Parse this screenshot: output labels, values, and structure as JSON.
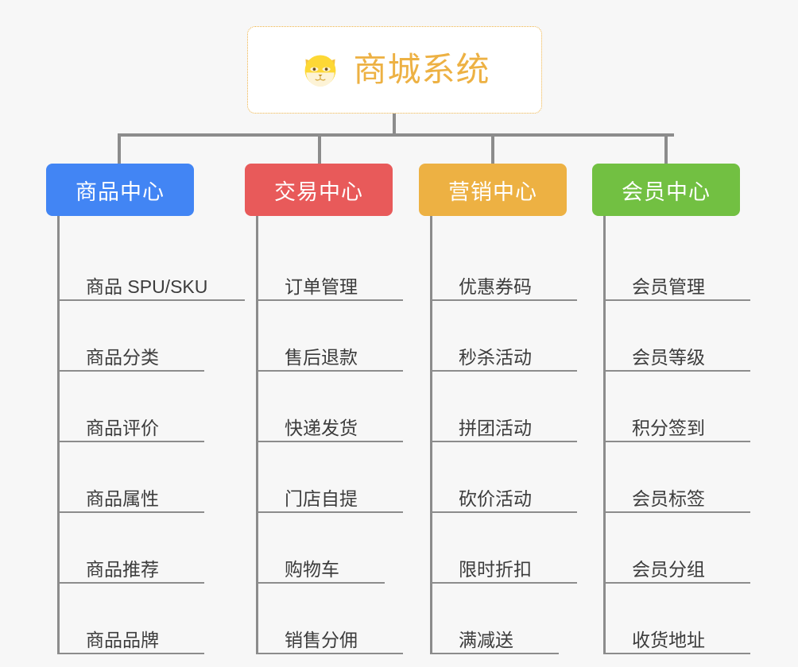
{
  "diagram": {
    "type": "mindmap",
    "background_color": "#f7f7f7",
    "root": {
      "title": "商城系统",
      "icon": "shiba-dog-face-emoji",
      "text_color": "#edb143",
      "border_color": "#edb143",
      "background_color": "#ffffff"
    },
    "connector_color": "#8c8c8c",
    "branches": [
      {
        "label": "商品中心",
        "color": "#4285f4",
        "leaves": [
          "商品 SPU/SKU",
          "商品分类",
          "商品评价",
          "商品属性",
          "商品推荐",
          "商品品牌"
        ]
      },
      {
        "label": "交易中心",
        "color": "#e85a5a",
        "leaves": [
          "订单管理",
          "售后退款",
          "快递发货",
          "门店自提",
          "购物车",
          "销售分佣"
        ]
      },
      {
        "label": "营销中心",
        "color": "#edb143",
        "leaves": [
          "优惠券码",
          "秒杀活动",
          "拼团活动",
          "砍价活动",
          "限时折扣",
          "满减送"
        ]
      },
      {
        "label": "会员中心",
        "color": "#72c042",
        "leaves": [
          "会员管理",
          "会员等级",
          "积分签到",
          "会员标签",
          "会员分组",
          "收货地址"
        ]
      }
    ]
  }
}
